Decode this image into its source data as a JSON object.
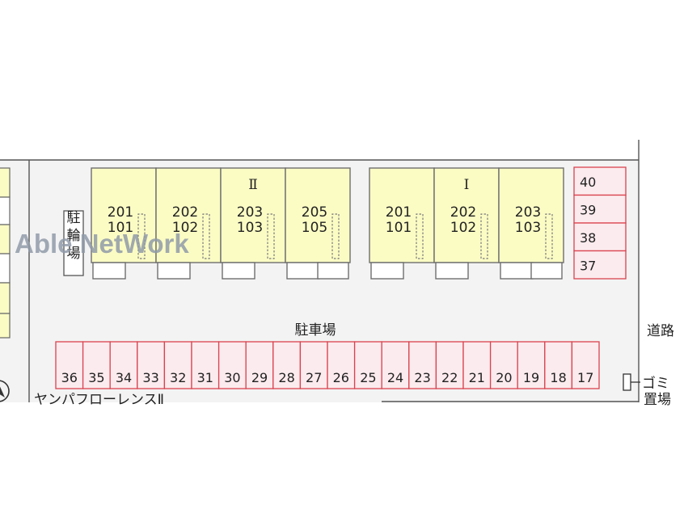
{
  "watermark": "Able NetWork",
  "buildings": [
    {
      "id": "II",
      "label": "Ⅱ",
      "units": [
        {
          "upper": "201",
          "lower": "101"
        },
        {
          "upper": "202",
          "lower": "102"
        },
        {
          "upper": "203",
          "lower": "103"
        },
        {
          "upper": "205",
          "lower": "105"
        }
      ]
    },
    {
      "id": "I",
      "label": "Ⅰ",
      "units": [
        {
          "upper": "201",
          "lower": "101"
        },
        {
          "upper": "202",
          "lower": "102"
        },
        {
          "upper": "203",
          "lower": "103"
        }
      ]
    }
  ],
  "labels": {
    "bicycle_parking": "駐輪場",
    "parking_lot": "駐車場",
    "road": "道路",
    "garbage": "ゴミ置場",
    "neighbor": "ヤンパフローレンスⅡ"
  },
  "parking_right": [
    "40",
    "39",
    "38",
    "37"
  ],
  "parking_bottom": [
    "36",
    "35",
    "34",
    "33",
    "32",
    "31",
    "30",
    "29",
    "28",
    "27",
    "26",
    "25",
    "24",
    "23",
    "22",
    "21",
    "20",
    "19",
    "18",
    "17"
  ],
  "colors": {
    "parking_fill": "#fcebee",
    "parking_stroke": "#d9434f",
    "unit_fill": "#fbfcc4",
    "watermark": "#8f9aa8"
  }
}
